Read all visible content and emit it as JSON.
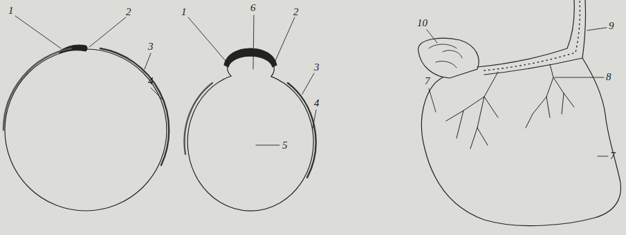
{
  "diagram": {
    "labels": [
      "1",
      "2",
      "3",
      "4",
      "1",
      "6",
      "2",
      "3",
      "5",
      "4",
      "10",
      "9",
      "8",
      "7",
      "7"
    ]
  }
}
